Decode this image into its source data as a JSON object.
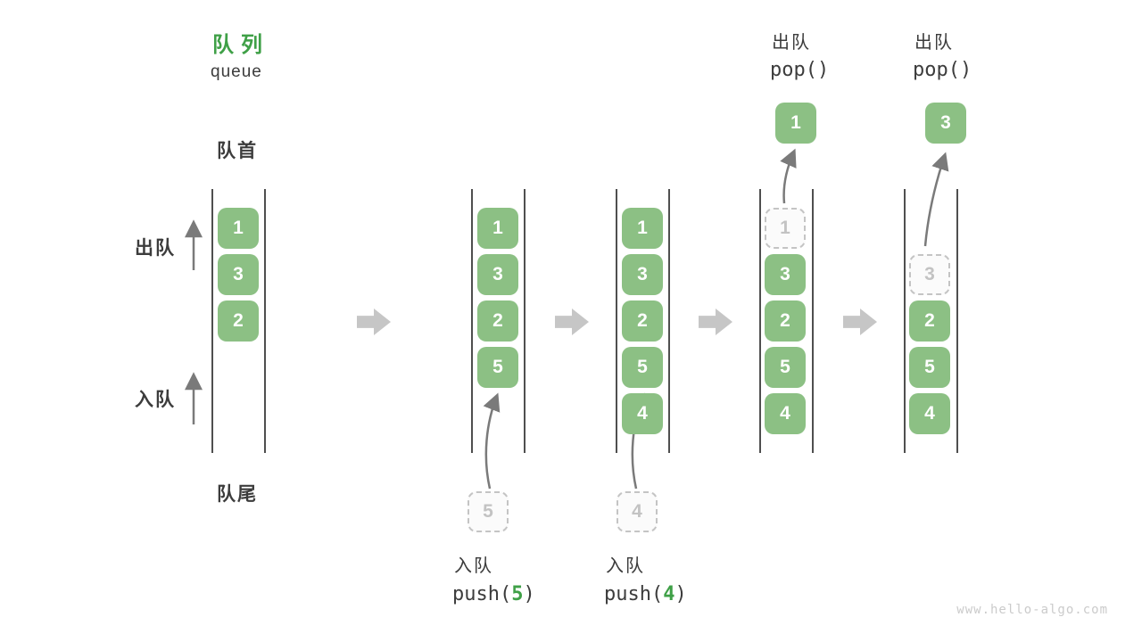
{
  "header": {
    "title_zh": "队列",
    "title_en": "queue"
  },
  "side_labels": {
    "front": "队首",
    "rear": "队尾",
    "dequeue": "出队",
    "enqueue": "入队"
  },
  "stages": [
    {
      "boxes": [
        "1",
        "3",
        "2"
      ]
    },
    {
      "boxes": [
        "1",
        "3",
        "2",
        "5"
      ],
      "incoming": "5"
    },
    {
      "boxes": [
        "1",
        "3",
        "2",
        "5",
        "4"
      ],
      "incoming": "4"
    },
    {
      "ghost": "1",
      "boxes": [
        "3",
        "2",
        "5",
        "4"
      ],
      "popped": "1"
    },
    {
      "ghost": "3",
      "boxes": [
        "2",
        "5",
        "4"
      ],
      "popped": "3"
    }
  ],
  "operations": {
    "push5": {
      "label": "入队",
      "code_open": "push(",
      "arg": "5",
      "code_close": ")"
    },
    "push4": {
      "label": "入队",
      "code_open": "push(",
      "arg": "4",
      "code_close": ")"
    },
    "pop1": {
      "label": "出队",
      "code": "pop()"
    },
    "pop2": {
      "label": "出队",
      "code": "pop()"
    }
  },
  "watermark": "www.hello-algo.com",
  "colors": {
    "box_green": "#8cc084",
    "accent_green": "#3fa047",
    "text_dark": "#3c3c3c",
    "ghost_gray": "#c3c3c3",
    "block_arrow_gray": "#c6c6c6",
    "thin_arrow_gray": "#7a7a7a",
    "line_dark": "#4f4f4f"
  }
}
